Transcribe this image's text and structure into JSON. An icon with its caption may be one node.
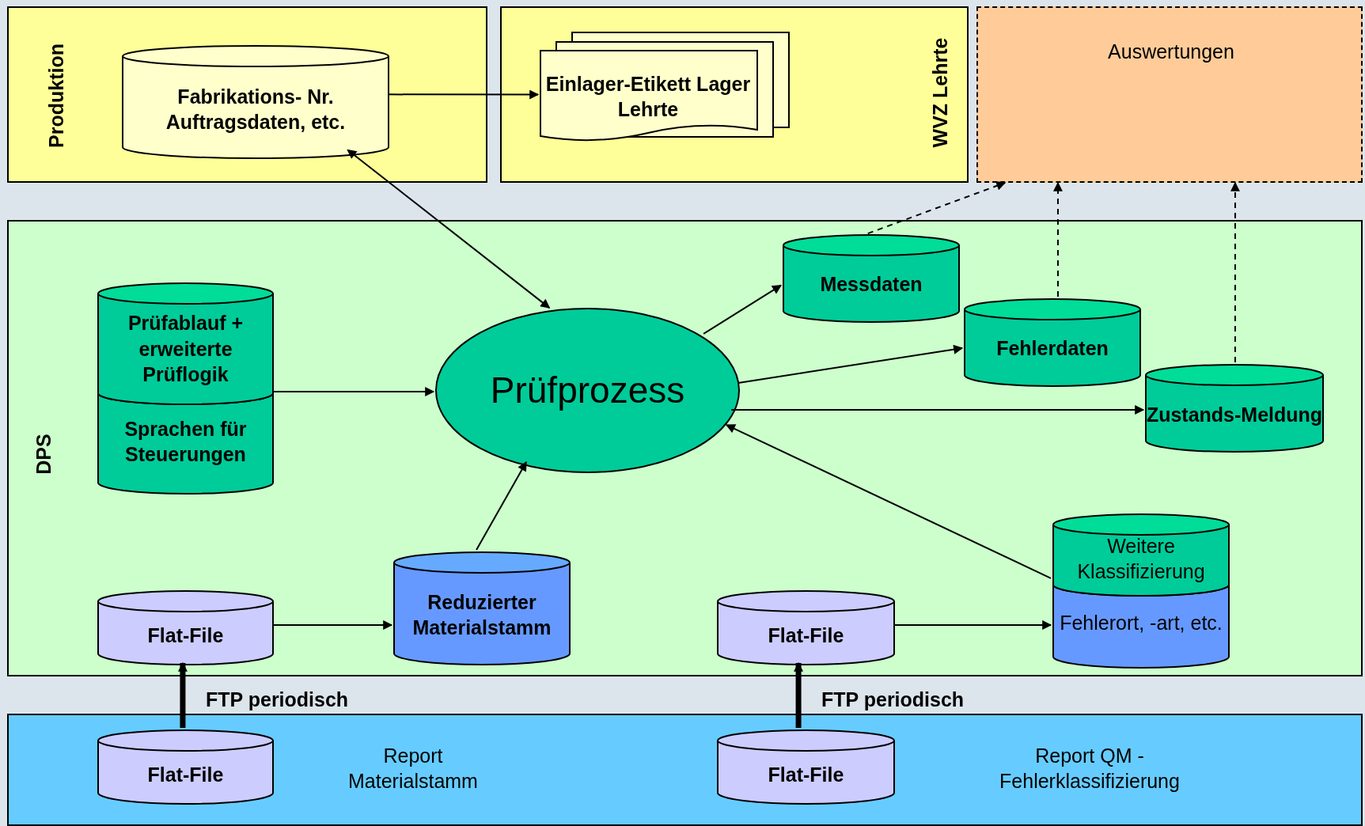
{
  "diagram": {
    "nodes": [
      {
        "text": [
          "Produktion"
        ]
      },
      {
        "text": [
          "Fabrikations- Nr. Auftragsdaten, etc."
        ],
        "in": 0
      },
      {
        "text": [
          "WVZ Lehrte"
        ]
      },
      {
        "text": [
          "Einlager-Etikett Lager Lehrte"
        ],
        "in": 2
      },
      {
        "text": [
          "Auswertungen"
        ]
      },
      {
        "text": [
          "DPS"
        ]
      },
      {
        "text": [
          "Prüfablauf + erweiterte Prüflogik",
          "Sprachen für Steuerungen"
        ],
        "in": 5
      },
      {
        "text": [
          "Prüfprozess"
        ],
        "in": 5
      },
      {
        "text": [
          "Messdaten"
        ],
        "in": 5
      },
      {
        "text": [
          "Fehlerdaten"
        ],
        "in": 5
      },
      {
        "text": [
          "Zustands-Meldung"
        ],
        "in": 5
      },
      {
        "text": [
          "Flat-File"
        ],
        "in": 5
      },
      {
        "text": [
          "Reduzierter Materialstamm"
        ],
        "in": 5
      },
      {
        "text": [
          "Flat-File"
        ],
        "in": 5
      },
      {
        "text": [
          "Weitere Klassifizierung",
          "Fehlerort, -art, etc."
        ],
        "in": 5
      },
      {
        "text": [
          "Report Materialstamm",
          "Report QM - Fehlerklassifizierung"
        ]
      },
      {
        "text": [
          "Flat-File"
        ],
        "in": 15
      },
      {
        "text": [
          "Flat-File"
        ],
        "in": 15
      }
    ],
    "edges": [
      {
        "from": 1,
        "to": 3,
        "arrow": "to"
      },
      {
        "from": 1,
        "to": 7,
        "arrow": "both"
      },
      {
        "from": 6,
        "to": 7,
        "arrow": "to"
      },
      {
        "from": 12,
        "to": 7,
        "arrow": "to"
      },
      {
        "from": 7,
        "to": 8,
        "arrow": "to"
      },
      {
        "from": 7,
        "to": 9,
        "arrow": "to"
      },
      {
        "from": 7,
        "to": 10,
        "arrow": "to"
      },
      {
        "from": 14,
        "to": 7,
        "arrow": "to"
      },
      {
        "from": 11,
        "to": 12,
        "arrow": "to"
      },
      {
        "from": 13,
        "to": 14,
        "arrow": "to"
      },
      {
        "from": 16,
        "to": 11,
        "arrow": "to",
        "style": "thick",
        "label": "FTP periodisch"
      },
      {
        "from": 17,
        "to": 13,
        "arrow": "to",
        "style": "thick",
        "label": "FTP periodisch"
      },
      {
        "from": 8,
        "to": 4,
        "arrow": "to",
        "style": "dashed"
      },
      {
        "from": 9,
        "to": 4,
        "arrow": "to",
        "style": "dashed"
      },
      {
        "from": 10,
        "to": 4,
        "arrow": "to",
        "style": "dashed"
      }
    ]
  }
}
